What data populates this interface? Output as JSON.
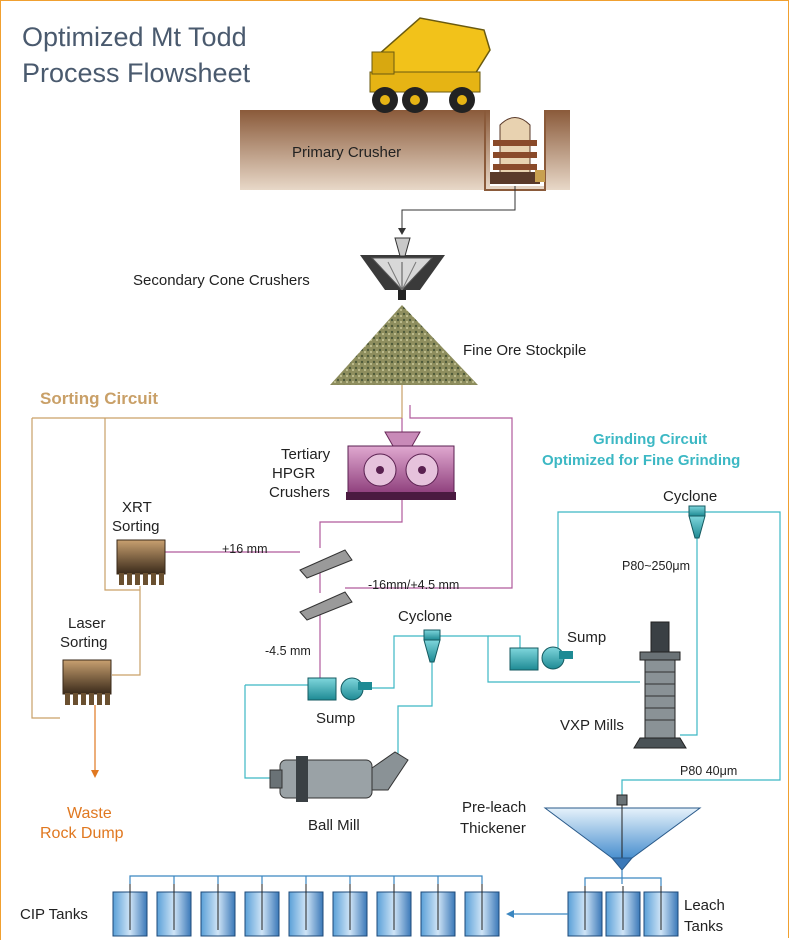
{
  "title": {
    "line1": "Optimized Mt Todd",
    "line2": "Process Flowsheet"
  },
  "labels": {
    "primary_crusher": "Primary Crusher",
    "secondary_cone_crushers": "Secondary Cone Crushers",
    "fine_ore_stockpile": "Fine Ore Stockpile",
    "sorting_circuit": "Sorting Circuit",
    "tertiary_line1": "Tertiary",
    "tertiary_line2": "HPGR",
    "tertiary_line3": "Crushers",
    "grinding_circuit_line1": "Grinding Circuit",
    "grinding_circuit_line2": "Optimized for Fine Grinding",
    "xrt_line1": "XRT",
    "xrt_line2": "Sorting",
    "laser_line1": "Laser",
    "laser_line2": "Sorting",
    "plus16": "+16 mm",
    "minus16_plus45": "-16mm/+4.5 mm",
    "minus45": "-4.5 mm",
    "cyclone_left": "Cyclone",
    "cyclone_right": "Cyclone",
    "sump_left": "Sump",
    "sump_right": "Sump",
    "p80_250": "P80~250μm",
    "vxp_mills": "VXP Mills",
    "p80_40": "P80 40μm",
    "ball_mill": "Ball Mill",
    "waste_line1": "Waste",
    "waste_line2": "Rock Dump",
    "preleach_line1": "Pre-leach",
    "preleach_line2": "Thickener",
    "cip_tanks": "CIP Tanks",
    "leach_line1": "Leach",
    "leach_line2": "Tanks"
  },
  "colors": {
    "title": "#4a5a6e",
    "frame": "#f0a030",
    "sorting": "#c9a068",
    "grinding": "#3cb8c4",
    "hpgr_flow": "#b05a9c",
    "waste": "#e07820",
    "tank": "#3a86c0"
  }
}
